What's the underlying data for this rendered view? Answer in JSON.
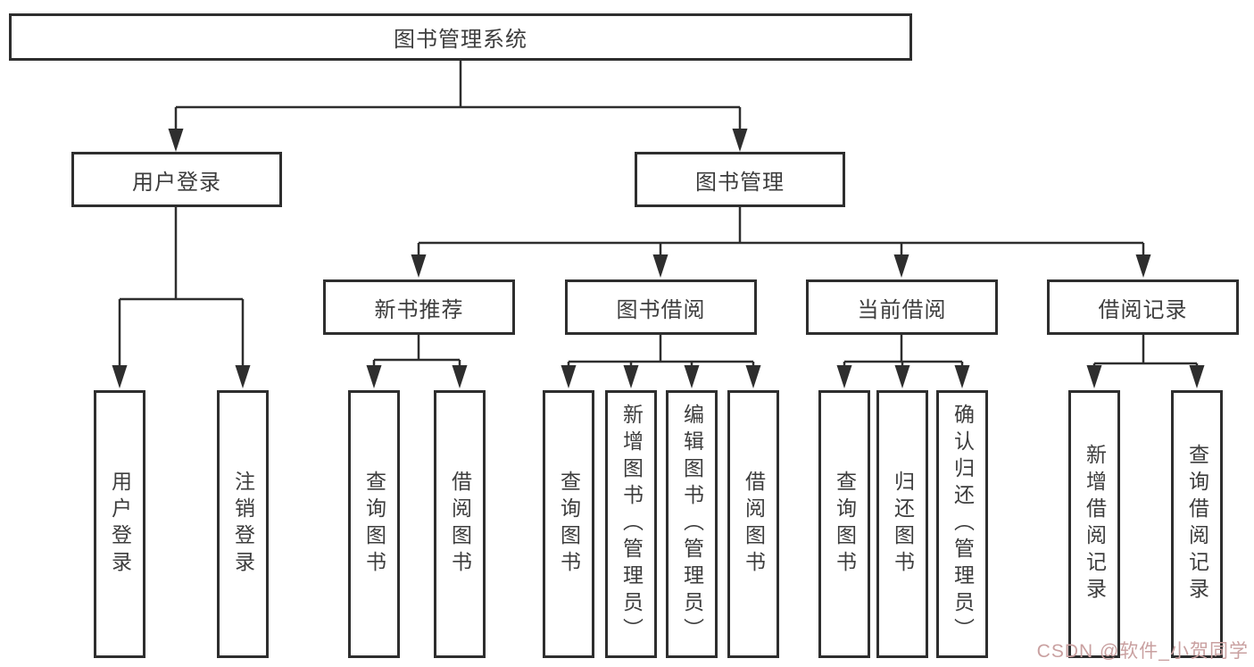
{
  "diagram": {
    "root": {
      "label": "图书管理系统"
    },
    "branches": [
      {
        "label": "用户登录",
        "children": [
          {
            "label": "用户登录"
          },
          {
            "label": "注销登录"
          }
        ]
      },
      {
        "label": "图书管理",
        "children": [
          {
            "label": "新书推荐",
            "children": [
              {
                "label": "查询图书"
              },
              {
                "label": "借阅图书"
              }
            ]
          },
          {
            "label": "图书借阅",
            "children": [
              {
                "label": "查询图书"
              },
              {
                "label": "新增图书（管理员）"
              },
              {
                "label": "编辑图书（管理员）"
              },
              {
                "label": "借阅图书"
              }
            ]
          },
          {
            "label": "当前借阅",
            "children": [
              {
                "label": "查询图书"
              },
              {
                "label": "归还图书"
              },
              {
                "label": "确认归还（管理员）"
              }
            ]
          },
          {
            "label": "借阅记录",
            "children": [
              {
                "label": "新增借阅记录"
              },
              {
                "label": "查询借阅记录"
              }
            ]
          }
        ]
      }
    ]
  },
  "watermark": {
    "text": "CSDN @软件_小贺同学",
    "color": "#c9a0a0"
  },
  "colors": {
    "line": "#2e2e2e",
    "box_border": "#2e2e2e",
    "text": "#3d3d3d",
    "background": "#ffffff"
  }
}
